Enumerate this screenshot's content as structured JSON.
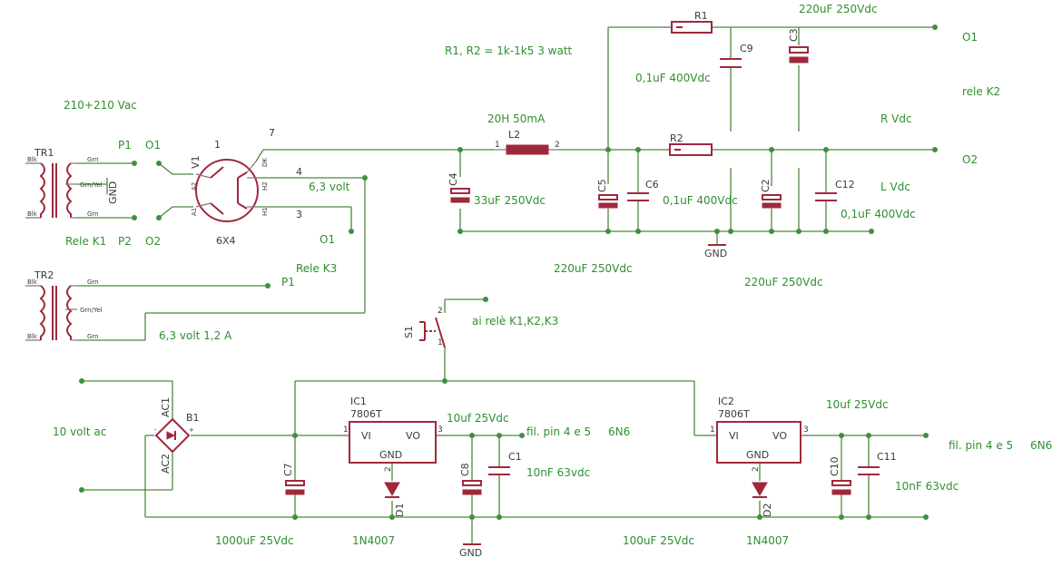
{
  "labels": {
    "r_note": "R1, R2 = 1k-1k5 3 watt",
    "mains": "210+210 Vac",
    "o1_top": "O1",
    "o2_out": "O2",
    "rele_k2": "rele K2",
    "r_vdc": "R Vdc",
    "l_vdc": "L Vdc",
    "c3_val": "220uF 250Vdc",
    "c9_val": "0,1uF 400Vdc",
    "l2_val": "20H 50mA",
    "c4_val": "33uF 250Vdc",
    "c6_val": "0,1uF 400Vdc",
    "c12_val": "0,1uF 400Vdc",
    "c5_val": "220uF 250Vdc",
    "c2_val": "220uF 250Vdc",
    "fil_63": "6,3 volt",
    "fil_63_12": "6,3 volt 1,2 A",
    "rele_k1": "Rele K1",
    "rele_k3": "Rele K3",
    "ai_rele": "ai relè K1,K2,K3",
    "ten_vac": "10 volt ac",
    "c7_val": "1000uF 25Vdc",
    "d1_val": "1N4007",
    "c10_val": "100uF 25Vdc",
    "d2_val": "1N4007",
    "c8_val": "10uf 25Vdc",
    "c1_val": "10nF 63vdc",
    "c11_val": "10nF 63vdc",
    "ic2_c_val": "10uf 25Vdc",
    "fil_pin_1": "fil. pin 4 e 5",
    "tube_1": "6N6",
    "fil_pin_2": "fil. pin 4 e 5",
    "tube_2": "6N6",
    "gnd_1": "GND",
    "gnd_2": "GND",
    "gnd_tr1": "GND",
    "p1_tr1": "P1",
    "p2_tr1": "P2",
    "o1_v1": "O1",
    "o2_v1": "O2",
    "o1_h1": "O1",
    "p1_tr2": "P1"
  },
  "parts": {
    "R1": "R1",
    "R2": "R2",
    "C9": "C9",
    "C3": "C3",
    "L2": "L2",
    "C4": "C4",
    "C5": "C5",
    "C6": "C6",
    "C2": "C2",
    "C12": "C12",
    "TR1": "TR1",
    "TR2": "TR2",
    "V1": "V1",
    "V1_type": "6X4",
    "S1": "S1",
    "B1": "B1",
    "AC1": "AC1",
    "AC2": "AC2",
    "IC1": "IC1",
    "IC1_type": "7806T",
    "IC2": "IC2",
    "IC2_type": "7806T",
    "C7": "C7",
    "C8": "C8",
    "C1": "C1",
    "D1": "D1",
    "C10": "C10",
    "C11": "C11",
    "D2": "D2"
  },
  "pins": {
    "v1_1": "1",
    "v1_7": "7",
    "v1_4": "4",
    "v1_3": "3",
    "v1_a2": "A2",
    "v1_a1": "A1",
    "v1_h2": "H2",
    "v1_h1": "H1",
    "v1_dk": "DK",
    "l2_1": "1",
    "l2_2": "2",
    "s1_1": "1",
    "s1_2": "2",
    "ic_vi": "VI",
    "ic_vo": "VO",
    "ic_gnd": "GND",
    "ic_1": "1",
    "ic_2": "2",
    "ic_3": "3",
    "b1_minus": "-",
    "b1_plus": "+",
    "tr_blk": "Blk",
    "tr_grn": "Grn",
    "tr_grnyel": "Grn/Yel"
  },
  "colors": {
    "wire": "#4a8a3a",
    "part": "#a0283c",
    "label": "#2f8f2f",
    "name": "#3a3a3a"
  }
}
